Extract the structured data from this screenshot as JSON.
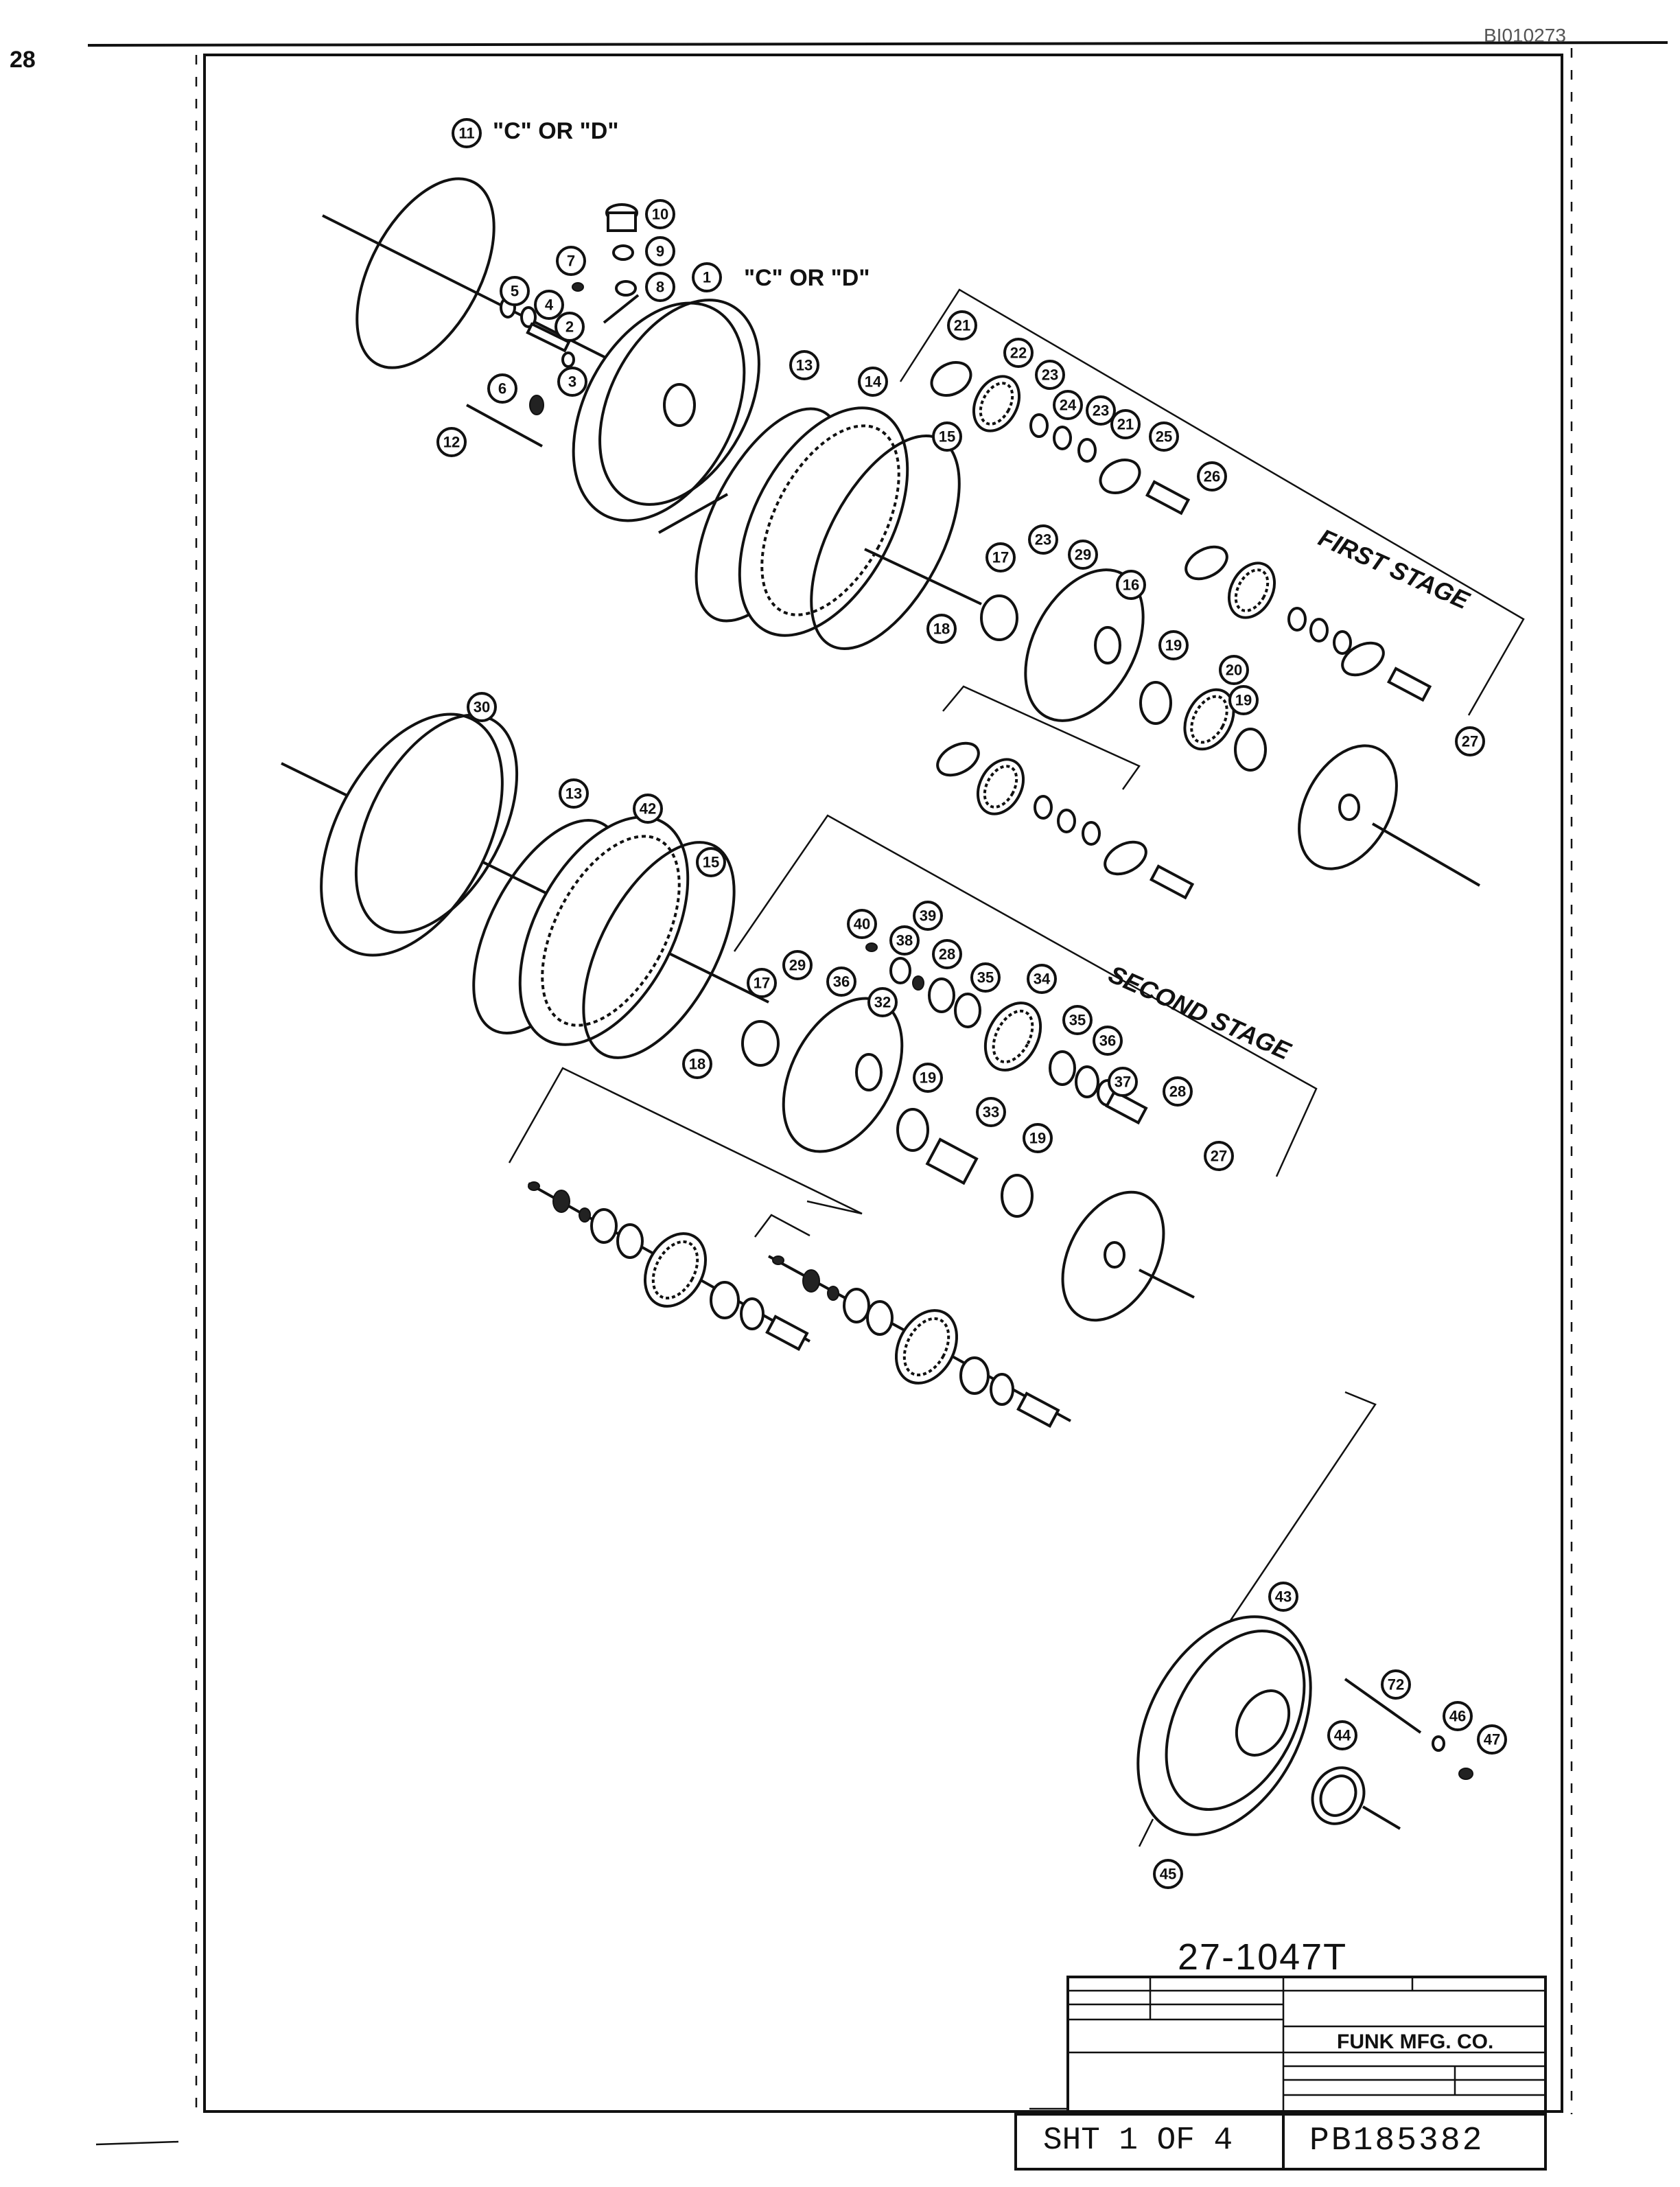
{
  "document": {
    "doc_id": "BI010273",
    "corner_mark": "28",
    "drawing_number": "27-1047T",
    "sheet": "SHT 1 OF 4",
    "part_number": "PB185382",
    "company": "FUNK MFG. CO."
  },
  "labels": {
    "first_stage": "FIRST STAGE",
    "second_stage": "SECOND STAGE",
    "variant_note_1": "\"C\" OR \"D\"",
    "variant_note_2": "\"C\" OR \"D\""
  },
  "callouts": [
    "11",
    "10",
    "9",
    "8",
    "7",
    "1",
    "5",
    "4",
    "2",
    "3",
    "6",
    "12",
    "13",
    "14",
    "15",
    "21",
    "22",
    "23",
    "24",
    "23",
    "21",
    "25",
    "26",
    "17",
    "23",
    "29",
    "16",
    "18",
    "19",
    "20",
    "19",
    "27",
    "30",
    "13",
    "42",
    "15",
    "40",
    "39",
    "38",
    "28",
    "29",
    "36",
    "35",
    "34",
    "17",
    "32",
    "18",
    "19",
    "35",
    "36",
    "37",
    "28",
    "33",
    "19",
    "27",
    "43",
    "72",
    "46",
    "47",
    "44",
    "45"
  ]
}
